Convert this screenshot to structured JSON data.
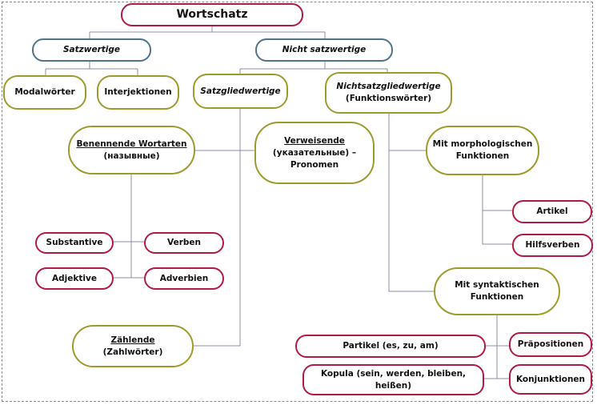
{
  "root": "Wortschatz",
  "satzwertige": "Satzwertige",
  "nicht_satzwertige": "Nicht satzwertige",
  "modalwoerter": "Modalwörter",
  "interjektionen": "Interjektionen",
  "satzgliedwertige": "Satzgliedwertige",
  "nichtsatzgliedwertige": {
    "line1": "Nichtsatzgliedwertige",
    "line2": "(Funktionswörter)"
  },
  "benennende": {
    "line1": "Benennende Wortarten",
    "line2": "(назывные)"
  },
  "verweisende": {
    "line1": "Verweisende",
    "line2": "(указательные) –",
    "line3": "Pronomen"
  },
  "morph": {
    "line1": "Mit morphologischen",
    "line2": "Funktionen"
  },
  "artikel": "Artikel",
  "hilfsverben": "Hilfsverben",
  "substantive": "Substantive",
  "verben": "Verben",
  "adjektive": "Adjektive",
  "adverbien": "Adverbien",
  "synt": {
    "line1": "Mit syntaktischen",
    "line2": "Funktionen"
  },
  "zaehlende": {
    "line1": "Zählende",
    "line2": "(Zahlwörter)"
  },
  "partikel": "Partikel (es, zu, am)",
  "praepositionen": "Präpositionen",
  "kopula": "Kopula (sein, werden, bleiben, heißen)",
  "konjunktionen": "Konjunktionen",
  "colors": {
    "red": "#b01a44",
    "blue": "#4f7489",
    "olive": "#9c9c2c",
    "line": "#8c8ca8"
  }
}
